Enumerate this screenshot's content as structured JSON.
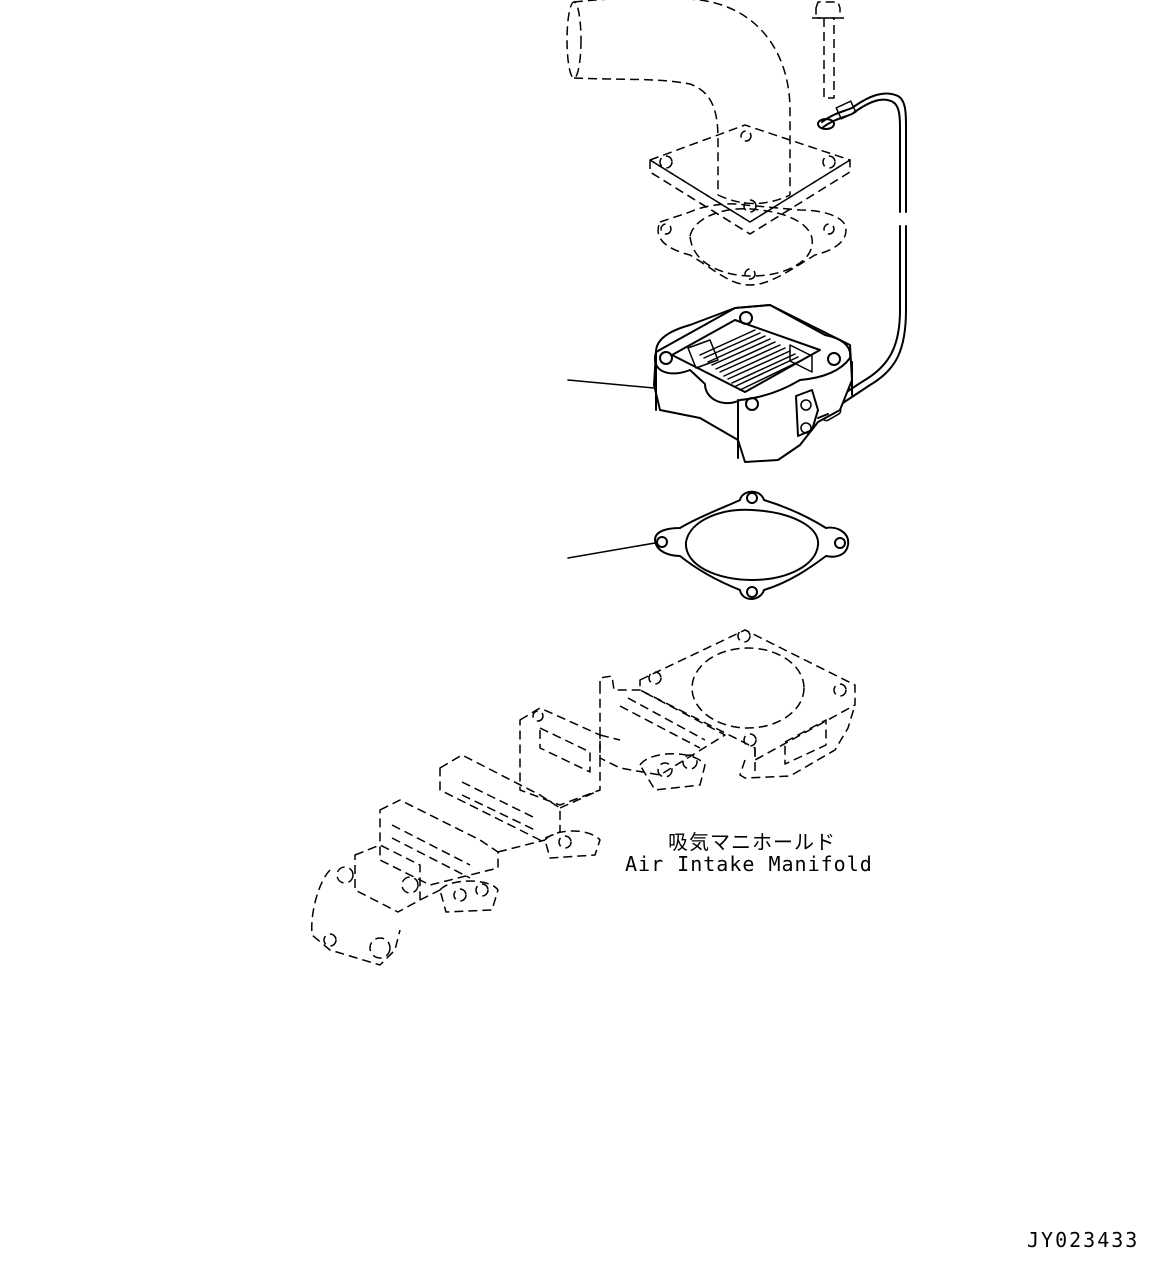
{
  "labels": {
    "manifold_ja": "吸気マニホールド",
    "manifold_en": "Air Intake Manifold"
  },
  "figure_code": "JY023433"
}
